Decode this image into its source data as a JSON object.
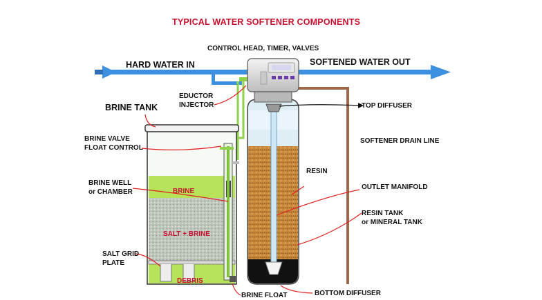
{
  "title": "TYPICAL WATER SOFTENER COMPONENTS",
  "labels": {
    "control_head": "CONTROL HEAD, TIMER, VALVES",
    "hard_water_in": "HARD WATER IN",
    "softened_water_out": "SOFTENED WATER OUT",
    "eductor_line1": "EDUCTOR",
    "eductor_line2": "INJECTOR",
    "brine_tank": "BRINE TANK",
    "top_diffuser": "TOP DIFFUSER",
    "brine_valve_line1": "BRINE VALVE",
    "brine_valve_line2": "FLOAT CONTROL",
    "softener_drain_line": "SOFTENER DRAIN LINE",
    "resin": "RESIN",
    "brine_well_line1": "BRINE WELL",
    "brine_well_line2": "or CHAMBER",
    "brine": "BRINE",
    "outlet_manifold": "OUTLET MANIFOLD",
    "resin_tank_line1": "RESIN TANK",
    "resin_tank_line2": "or MINERAL TANK",
    "salt_brine": "SALT + BRINE",
    "salt_grid_line1": "SALT GRID",
    "salt_grid_line2": "PLATE",
    "debris": "DEBRIS",
    "bottom_diffuser": "BOTTOM DIFFUSER",
    "brine_float": "BRINE FLOAT"
  },
  "colors": {
    "pipe_blue": "#3d8fe0",
    "label_red": "#c8102e",
    "brine_green": "#b6e35a",
    "resin_orange": "#c98a3c",
    "drain_brown": "#a0684a",
    "leader_red": "#e02020"
  }
}
